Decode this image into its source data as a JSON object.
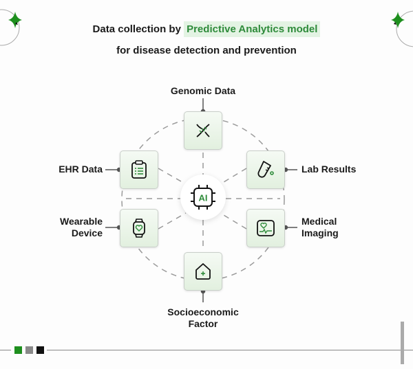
{
  "header": {
    "title_prefix": "Data collection by ",
    "title_highlight": "Predictive Analytics model",
    "subtitle": "for disease detection and prevention"
  },
  "center": {
    "label": "AI",
    "icon": "ai-chip-icon"
  },
  "nodes": [
    {
      "label": "Genomic Data",
      "icon": "dna-icon"
    },
    {
      "label": "EHR Data",
      "icon": "clipboard-icon"
    },
    {
      "label": "Lab Results",
      "icon": "test-tube-icon"
    },
    {
      "label_line1": "Wearable",
      "label_line2": "Device",
      "icon": "smartwatch-icon"
    },
    {
      "label_line1": "Medical",
      "label_line2": "Imaging",
      "icon": "heart-monitor-icon"
    },
    {
      "label_line1": "Socioeconomic",
      "label_line2": "Factor",
      "icon": "house-plus-icon"
    }
  ],
  "footer": {
    "swatches": [
      "#1e8f1e",
      "#8a8a8a",
      "#111111"
    ]
  },
  "colors": {
    "accent": "#2e8b3a",
    "highlight_bg": "#e3f3e3",
    "node_bg": "#e2f0df"
  }
}
